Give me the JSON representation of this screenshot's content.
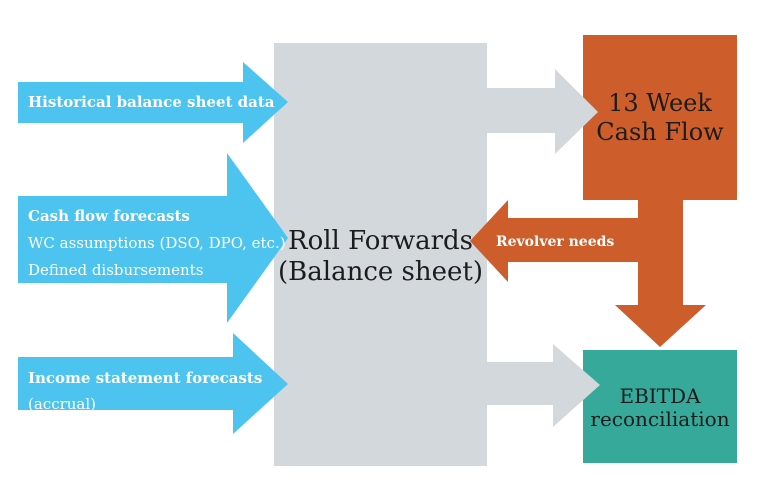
{
  "colors": {
    "blue": "#4dc3f0",
    "gray_box": "#d3d8dd",
    "gray_arrow": "#d3d8dd",
    "orange": "#cd5e2b",
    "teal": "#36a99b",
    "dark_text": "#1c1c1c",
    "light_text": "#ffffff"
  },
  "diagram": {
    "inputs": [
      {
        "title": "Historical balance sheet data"
      },
      {
        "title": "Cash flow forecasts",
        "line2": "WC assumptions (DSO, DPO, etc.)",
        "line3": "Defined disbursements"
      },
      {
        "title": "Income statement forecasts",
        "line2": "(accrual)"
      }
    ],
    "center_box": {
      "line1": "Roll Forwards",
      "line2": "(Balance sheet)"
    },
    "cash_flow_box": {
      "line1": "13 Week",
      "line2": "Cash Flow"
    },
    "ebitda_box": {
      "line1": "EBITDA",
      "line2": "reconciliation"
    },
    "revolver_label": "Revolver needs"
  }
}
